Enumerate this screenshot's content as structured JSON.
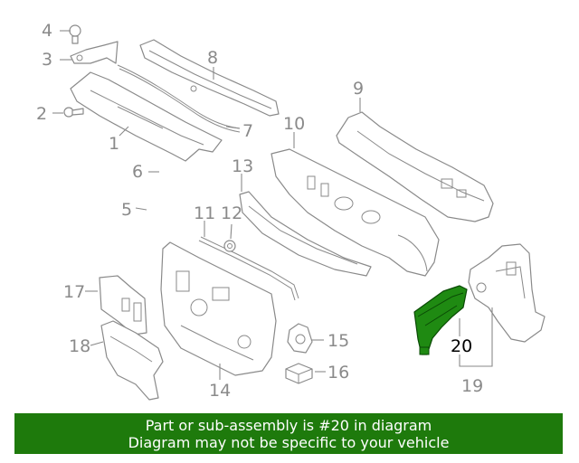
{
  "callouts": [
    "1",
    "2",
    "3",
    "4",
    "5",
    "6",
    "7",
    "8",
    "9",
    "10",
    "11",
    "12",
    "13",
    "14",
    "15",
    "16",
    "17",
    "18",
    "19",
    "20"
  ],
  "highlighted_part": "20",
  "colors": {
    "part_line": "#8a8a8a",
    "highlight_fill": "#1f8a12",
    "highlight_line": "#0a4a05",
    "banner_bg": "#1e7a0c",
    "banner_text": "#ffffff"
  },
  "banner": {
    "line1": "Part or sub-assembly is #20 in diagram",
    "line2": "Diagram may not be specific to your vehicle"
  }
}
